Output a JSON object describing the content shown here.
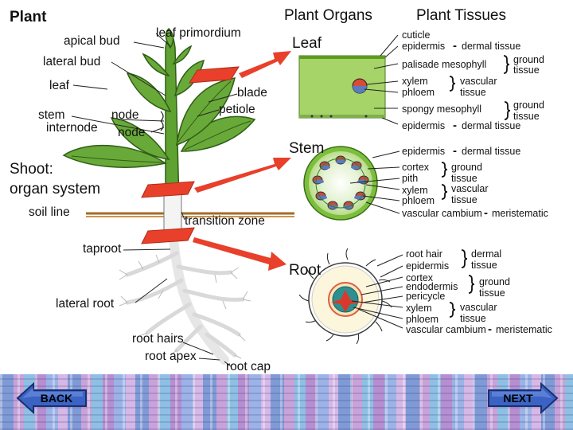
{
  "titles": {
    "plant": "Plant",
    "organs": "Plant Organs",
    "tissues": "Plant Tissues"
  },
  "shoot": {
    "line1": "Shoot:",
    "line2": "organ system"
  },
  "plant_labels": {
    "apical_bud": "apical bud",
    "leaf_primordium": "leaf primordium",
    "lateral_bud": "lateral bud",
    "leaf": "leaf",
    "blade": "blade",
    "petiole": "petiole",
    "stem": "stem",
    "node_upper": "node",
    "internode": "internode",
    "node_lower": "node",
    "soil_line": "soil line",
    "transition_zone": "transition zone",
    "taproot": "taproot",
    "lateral_root": "lateral root",
    "root_hairs": "root hairs",
    "root_apex": "root apex",
    "root_cap": "root cap"
  },
  "leaf_section": {
    "organ": "Leaf",
    "cuticle": "cuticle",
    "epidermis_top": "epidermis",
    "dermal_top": "dermal tissue",
    "palisade": "palisade mesophyll",
    "ground_1a": "ground",
    "ground_1b": "tissue",
    "xylem": "xylem",
    "phloem": "phloem",
    "vascular_a": "vascular",
    "vascular_b": "tissue",
    "spongy": "spongy mesophyll",
    "ground_2a": "ground",
    "ground_2b": "tissue",
    "epidermis_bottom": "epidermis",
    "dermal_bottom": "dermal tissue"
  },
  "stem_section": {
    "organ": "Stem",
    "epidermis": "epidermis",
    "dermal": "dermal tissue",
    "cortex": "cortex",
    "pith": "pith",
    "ground_a": "ground",
    "ground_b": "tissue",
    "xylem": "xylem",
    "phloem": "phloem",
    "vascular_a": "vascular",
    "vascular_b": "tissue",
    "cambium": "vascular cambium",
    "meristematic": "meristematic"
  },
  "root_section": {
    "organ": "Root",
    "root_hair": "root hair",
    "epidermis": "epidermis",
    "dermal_a": "dermal",
    "dermal_b": "tissue",
    "cortex": "cortex",
    "endodermis": "endodermis",
    "pericycle": "pericycle",
    "ground_a": "ground",
    "ground_b": "tissue",
    "xylem": "xylem",
    "phloem": "phloem",
    "vascular_a": "vascular",
    "vascular_b": "tissue",
    "cambium": "vascular cambium",
    "meristematic": "meristematic"
  },
  "nav": {
    "back": "BACK",
    "next": "NEXT"
  },
  "colors": {
    "leaf_green": "#69a93a",
    "leaf_dark": "#2f5e14",
    "arrow_red": "#e8402a",
    "palisade": "#a6d468",
    "spongy": "#c8e6a0",
    "button_blue": "#3a63c4"
  }
}
